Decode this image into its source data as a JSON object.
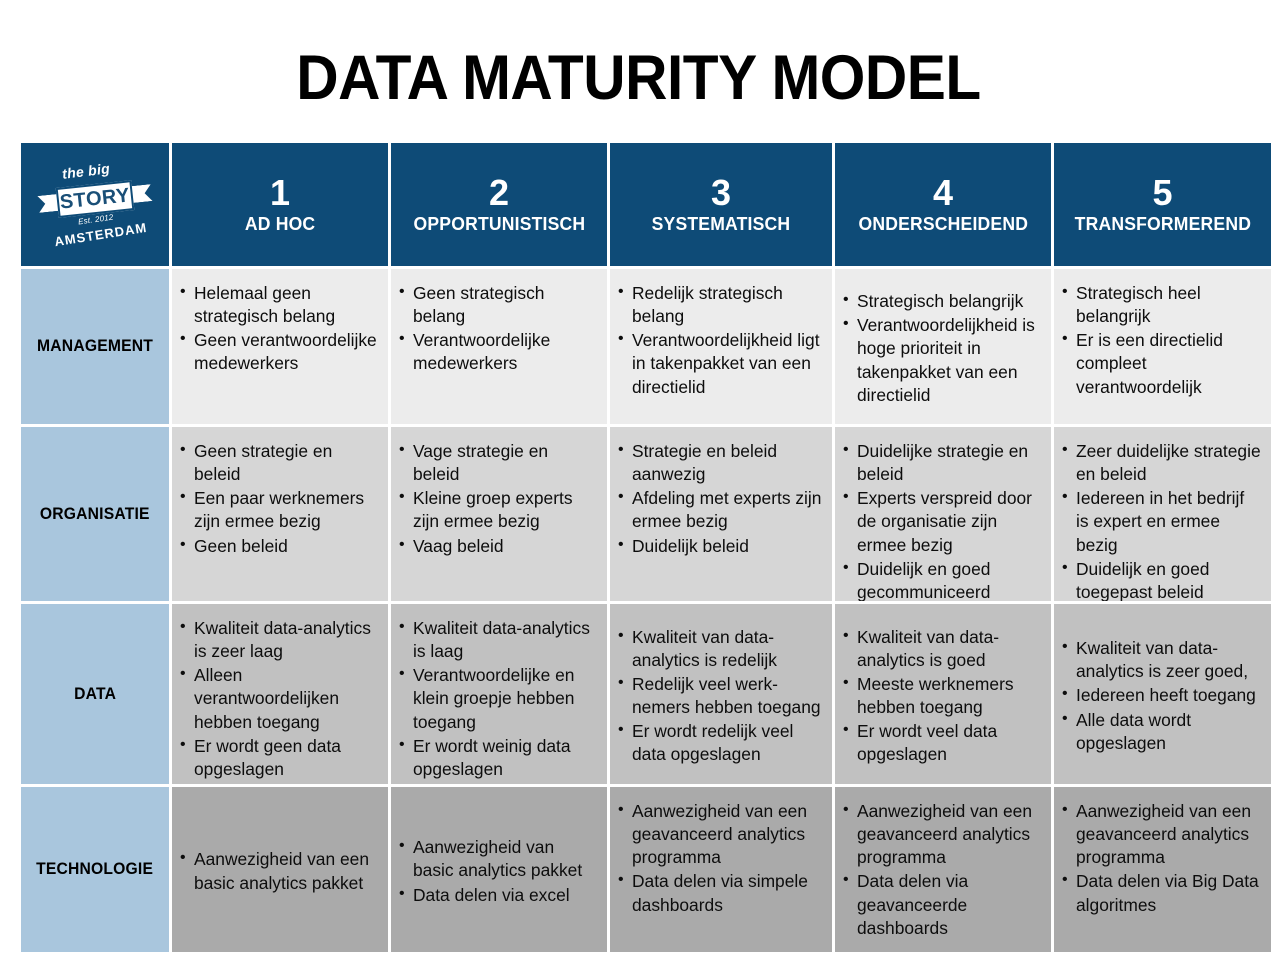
{
  "title": "DATA MATURITY MODEL",
  "logo": {
    "line1": "the big",
    "word": "STORY",
    "est": "Est. 2012",
    "city": "AMSTERDAM"
  },
  "colors": {
    "header_blue": "#0e4b77",
    "row_label_blue": "#a9c6dd",
    "row_tone_1": "#ececec",
    "row_tone_2": "#d6d6d6",
    "row_tone_3": "#c1c1c1",
    "row_tone_4": "#aaaaaa"
  },
  "columns": [
    {
      "num": "1",
      "name": "AD HOC"
    },
    {
      "num": "2",
      "name": "OPPORTUNISTISCH"
    },
    {
      "num": "3",
      "name": "SYSTEMATISCH"
    },
    {
      "num": "4",
      "name": "ONDERSCHEIDEND"
    },
    {
      "num": "5",
      "name": "TRANSFORMEREND"
    }
  ],
  "rows": [
    {
      "label": "MANAGEMENT",
      "cells": [
        [
          "Helemaal geen strategisch belang",
          "Geen verantwoordelijke medewerkers"
        ],
        [
          "Geen strategisch belang",
          "Verantwoordelijke medewerkers"
        ],
        [
          "Redelijk strategisch belang",
          "Verantwoordelijkheid ligt in takenpakket van een directielid"
        ],
        [
          "Strategisch belangrijk",
          "Verantwoordelijkheid is hoge prioriteit in takenpakket van een directielid"
        ],
        [
          "Strategisch heel belangrijk",
          "Er is een directielid compleet verantwoordelijk"
        ]
      ]
    },
    {
      "label": "ORGANISATIE",
      "cells": [
        [
          "Geen strategie en beleid",
          "Een paar werknemers zijn ermee bezig",
          "Geen beleid"
        ],
        [
          "Vage strategie en beleid",
          "Kleine groep experts zijn ermee bezig",
          "Vaag beleid"
        ],
        [
          "Strategie en beleid aanwezig",
          "Afdeling met experts zijn ermee bezig",
          "Duidelijk beleid"
        ],
        [
          "Duidelijke strategie en beleid",
          "Experts verspreid door de organisatie zijn ermee bezig",
          "Duidelijk en goed gecommuniceerd beleid"
        ],
        [
          "Zeer duidelijke strategie en beleid",
          "Iedereen in het bedrijf is expert en ermee bezig",
          "Duidelijk en goed toegepast beleid"
        ]
      ]
    },
    {
      "label": "DATA",
      "cells": [
        [
          "Kwaliteit data-analytics is zeer laag",
          "Alleen verantwoordelijken hebben toegang",
          "Er wordt geen data opgeslagen"
        ],
        [
          "Kwaliteit data-analytics is laag",
          "Verantwoordelijke en klein groepje hebben toegang",
          "Er wordt weinig data opgeslagen"
        ],
        [
          "Kwaliteit van data-analytics is redelijk",
          "Redelijk veel werk-nemers hebben toegang",
          "Er wordt redelijk veel data opgeslagen"
        ],
        [
          "Kwaliteit van data-analytics is goed",
          "Meeste werknemers hebben toegang",
          "Er wordt veel data opgeslagen"
        ],
        [
          "Kwaliteit van data-analytics is zeer goed,",
          "Iedereen heeft toegang",
          "Alle data wordt opgeslagen"
        ]
      ]
    },
    {
      "label": "TECHNOLOGIE",
      "cells": [
        [
          "Aanwezigheid van een basic analytics pakket"
        ],
        [
          "Aanwezigheid van basic analytics pakket",
          "Data delen via excel"
        ],
        [
          "Aanwezigheid van een geavanceerd analytics programma",
          "Data delen via simpele dashboards"
        ],
        [
          "Aanwezigheid van een geavanceerd analytics programma",
          "Data delen via geavanceerde dashboards"
        ],
        [
          "Aanwezigheid van een geavanceerd analytics programma",
          "Data delen via Big Data algoritmes"
        ]
      ]
    }
  ]
}
